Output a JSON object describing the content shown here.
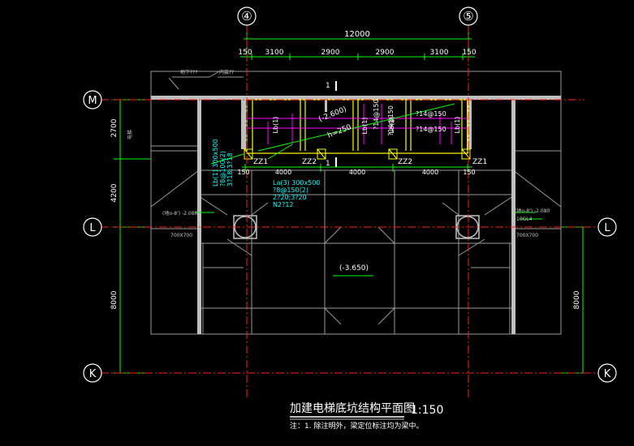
{
  "colors": {
    "background": "#000000",
    "white": "#ffffff",
    "grey": "#9a9a9a",
    "dark_grey": "#6a6a6a",
    "green": "#00ff00",
    "red": "#ff2020",
    "yellow": "#ffff00",
    "magenta": "#ff00ff",
    "cyan": "#00ffff"
  },
  "axes": {
    "top": [
      "④",
      "⑤"
    ],
    "left": [
      "M",
      "L",
      "K"
    ],
    "right": [
      "L",
      "K"
    ]
  },
  "dims_top": {
    "overall": "12000",
    "segments": [
      "150",
      "3100",
      "2900",
      "2900",
      "3100",
      "150"
    ]
  },
  "dims_left": [
    "2700",
    "4200",
    "8000"
  ],
  "dims_right": [
    "8000"
  ],
  "dims_mid": [
    "150",
    "4000",
    "4000",
    "4000",
    "150"
  ],
  "column_labels": [
    "ZZ1",
    "ZZ2",
    "ZZ2",
    "ZZ1"
  ],
  "section_marks": [
    "1",
    "1"
  ],
  "beam_labels": [
    "Lb(1)",
    "Lb(1)",
    "Lb(1)",
    "Lb(1)"
  ],
  "rebar_labels": [
    "?14@150",
    "?14@150",
    "?14@150",
    "?14@150"
  ],
  "small_labels": {
    "top_note_1": "地下???",
    "top_note_2": "内装??",
    "left_note": "电梯",
    "left_side_1": "(地o-8') -2.080",
    "right_side_1": "(地o-8') -2.080",
    "right_side_2": "10GL4",
    "size_left": "700X700",
    "size_right": "700X700"
  },
  "cyan_notes": {
    "left": [
      "Lb(1) 300x500",
      "?8@100(2)",
      "3?18;3?18"
    ],
    "center": [
      "La(3) 300x500",
      "?8@150(2)",
      "2?20;3?20",
      "N2?12"
    ]
  },
  "elevations": {
    "slab": "(-2.600)",
    "slab_h": "h=250",
    "pit": "(-3.650)"
  },
  "title": {
    "main": "加建电梯底坑结构平面图",
    "scale": "1:150",
    "note": "注：1. 除注明外，梁定位标注均为梁中。"
  }
}
